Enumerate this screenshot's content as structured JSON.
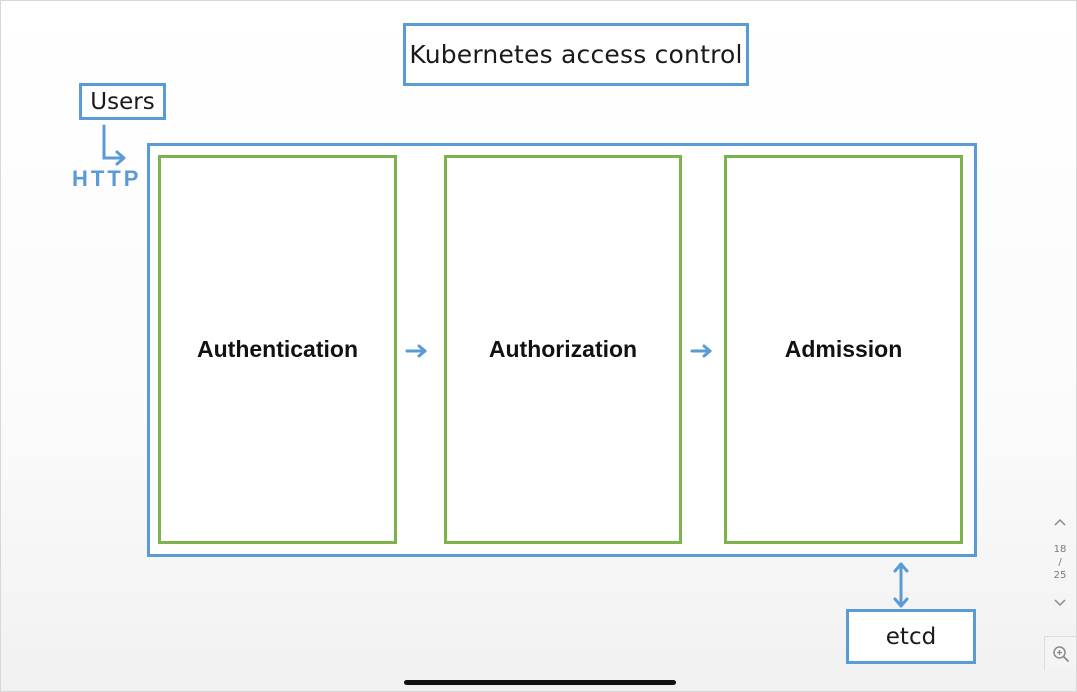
{
  "slide": {
    "title": "Kubernetes access control",
    "users_label": "Users",
    "http_label": "HTTP",
    "stages": [
      "Authentication",
      "Authorization",
      "Admission"
    ],
    "storage_label": "etcd"
  },
  "pager": {
    "current_page": "18",
    "separator": "/",
    "total_pages": "25",
    "prev_icon": "chevron-up-icon",
    "next_icon": "chevron-down-icon",
    "zoom_icon": "zoom-in-icon"
  },
  "colors": {
    "outline_blue": "#5a9bd5",
    "stage_green": "#7cb24b",
    "text": "#1a1a1a"
  }
}
